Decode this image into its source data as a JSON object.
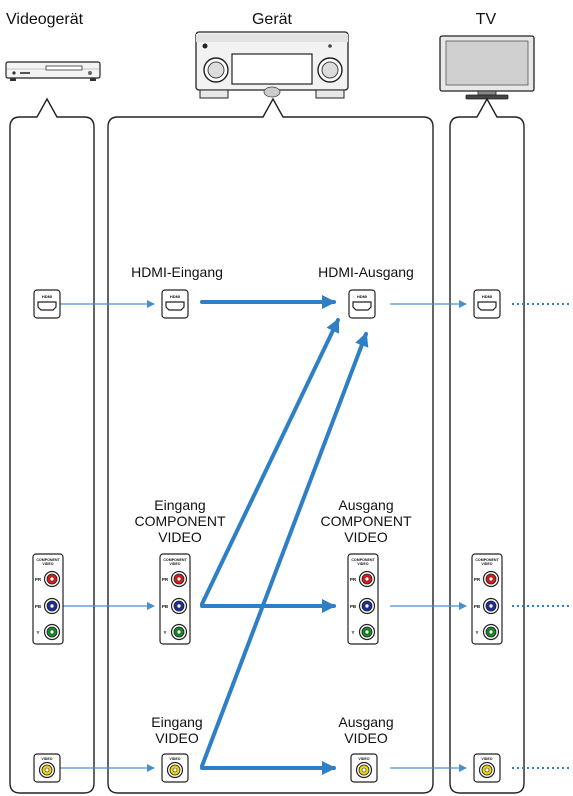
{
  "headers": {
    "video_device": "Videogerät",
    "unit": "Gerät",
    "tv": "TV"
  },
  "unit_labels": {
    "hdmi_in": "HDMI-Eingang",
    "hdmi_out": "HDMI-Ausgang",
    "component_in": [
      "Eingang",
      "COMPONENT",
      "VIDEO"
    ],
    "component_out": [
      "Ausgang",
      "COMPONENT",
      "VIDEO"
    ],
    "video_in": [
      "Eingang",
      "VIDEO"
    ],
    "video_out": [
      "Ausgang",
      "VIDEO"
    ]
  },
  "jacks": {
    "hdmi": "HDMI",
    "component_header": [
      "COMPONENT",
      "VIDEO"
    ],
    "pr": "PR",
    "pb": "PB",
    "y": "Y",
    "video": "VIDEO"
  },
  "colors": {
    "arrow": "#2f7fc6",
    "thin_line": "#4a90d0",
    "pr_red": "#e01818",
    "pb_blue": "#1a2ea0",
    "y_green": "#109020",
    "composite_yellow": "#f2d800"
  }
}
